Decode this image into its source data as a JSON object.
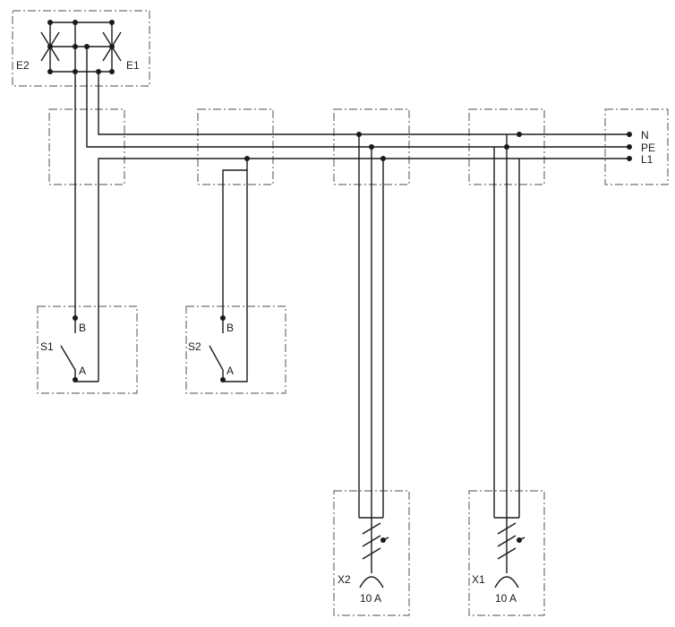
{
  "colors": {
    "wire": "#1a1a1a",
    "box_border": "#707070",
    "background": "#ffffff"
  },
  "lamps": [
    {
      "id": "E2",
      "icon": "lamp-cross-icon"
    },
    {
      "id": "E1",
      "icon": "lamp-cross-icon"
    }
  ],
  "switches": [
    {
      "id": "S1",
      "terminal_top": "B",
      "terminal_bottom": "A",
      "icon": "switch-icon"
    },
    {
      "id": "S2",
      "terminal_top": "B",
      "terminal_bottom": "A",
      "icon": "switch-icon"
    }
  ],
  "sockets": [
    {
      "id": "X2",
      "rating": "10 A",
      "icon": "socket-icon"
    },
    {
      "id": "X1",
      "rating": "10 A",
      "icon": "socket-icon"
    }
  ],
  "bus": {
    "lines": [
      "N",
      "PE",
      "L1"
    ]
  }
}
